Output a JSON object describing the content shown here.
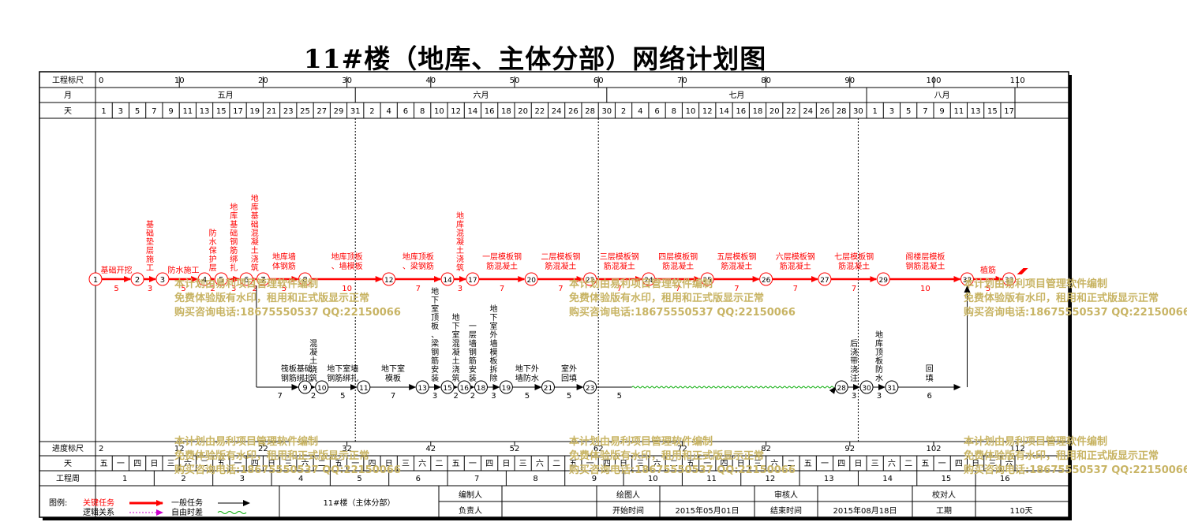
{
  "title": "11#楼（地库、主体分部）网络计划图",
  "header": {
    "scale_label": "工程标尺",
    "month_label": "月",
    "day_label": "天",
    "scale_ticks": [
      "0",
      "10",
      "20",
      "30",
      "40",
      "50",
      "60",
      "70",
      "80",
      "90",
      "100",
      "110"
    ],
    "months": [
      "五月",
      "六月",
      "七月",
      "八月"
    ],
    "day_numbers": [
      "1",
      "3",
      "5",
      "7",
      "9",
      "11",
      "13",
      "15",
      "17",
      "19",
      "21",
      "23",
      "25",
      "27",
      "29",
      "31",
      "2",
      "4",
      "6",
      "8",
      "10",
      "12",
      "14",
      "16",
      "18",
      "20",
      "22",
      "24",
      "26",
      "28",
      "30",
      "2",
      "4",
      "6",
      "8",
      "10",
      "12",
      "14",
      "16",
      "18",
      "20",
      "22",
      "24",
      "26",
      "28",
      "30",
      "1",
      "3",
      "5",
      "7",
      "9",
      "11",
      "13",
      "15",
      "17"
    ]
  },
  "footer": {
    "progress_label": "进度标尺",
    "progress_ticks": [
      "2",
      "12",
      "22",
      "32",
      "42",
      "52",
      "62",
      "72",
      "82",
      "92",
      "102",
      "112"
    ],
    "weekday_label": "天",
    "weekdays": [
      "五",
      "一",
      "四",
      "日",
      "三",
      "六",
      "二",
      "五",
      "一",
      "四",
      "日",
      "三",
      "六",
      "二",
      "五",
      "一",
      "四",
      "日",
      "三",
      "六",
      "二",
      "五",
      "一",
      "四",
      "日",
      "三",
      "六",
      "二",
      "五",
      "一",
      "四",
      "日",
      "三",
      "六",
      "二",
      "五",
      "一",
      "四",
      "日",
      "三",
      "六",
      "二",
      "五",
      "一",
      "四",
      "日",
      "三",
      "六",
      "二",
      "五",
      "一",
      "四",
      "日",
      "三",
      "六"
    ],
    "week_label": "工程周",
    "weeks": [
      "1",
      "2",
      "3",
      "4",
      "5",
      "6",
      "7",
      "8",
      "9",
      "10",
      "11",
      "12",
      "13",
      "14",
      "15",
      "16"
    ]
  },
  "legend": {
    "label": "图例:",
    "critical_task": "关键任务",
    "general_task": "一般任务",
    "logic_relation": "逻辑关系",
    "free_float": "自由时差",
    "project_name": "11#楼（主体分部）",
    "compiler_label": "编制人",
    "responsible_label": "负责人",
    "drawer_label": "绘图人",
    "start_label": "开始时间",
    "start_value": "2015年05月01日",
    "reviewer_label": "审核人",
    "end_label": "结束时间",
    "end_value": "2015年08月18日",
    "checker_label": "校对人",
    "duration_label": "工期",
    "duration_value": "110天"
  },
  "watermark": {
    "line1": "本计划由易利项目管理软件编制",
    "line2": "免费体验版有水印，租用和正式版显示正常",
    "line3": "购买咨询电话:18675550537 QQ:22150066"
  },
  "colors": {
    "critical": "#ff0000",
    "general": "#000000",
    "float": "#00aa00",
    "logic": "#cc00cc",
    "watermark": "#c8b464"
  },
  "chart_data": {
    "type": "network",
    "time_unit": "day",
    "total_duration": 110,
    "critical_path": [
      {
        "from": "1",
        "to": "2",
        "task": "基础开挖",
        "duration": 5
      },
      {
        "from": "2",
        "to": "3",
        "task": "基础垫层施工",
        "duration": 3
      },
      {
        "from": "3",
        "to": "4",
        "task": "防水施工",
        "duration": 5
      },
      {
        "from": "4",
        "to": "5",
        "task": "防水保护层",
        "duration": 2
      },
      {
        "from": "5",
        "to": "6",
        "task": "地库基础钢筋绑扎",
        "duration": 3
      },
      {
        "from": "6",
        "to": "7",
        "task": "地库基础混凝土浇筑",
        "duration": 2
      },
      {
        "from": "7",
        "to": "8",
        "task": "地库墙体钢筋",
        "duration": 5
      },
      {
        "from": "8",
        "to": "12",
        "task": "地库顶板、墙模板",
        "duration": 10
      },
      {
        "from": "12",
        "to": "14",
        "task": "地库顶板、梁钢筋",
        "duration": 7
      },
      {
        "from": "14",
        "to": "17",
        "task": "地库混凝土浇筑",
        "duration": 3
      },
      {
        "from": "17",
        "to": "20",
        "task": "一层模板钢筋混凝土",
        "duration": 7
      },
      {
        "from": "20",
        "to": "22",
        "task": "二层模板钢筋混凝土",
        "duration": 7
      },
      {
        "from": "22",
        "to": "24",
        "task": "三层模板钢筋混凝土",
        "duration": 7
      },
      {
        "from": "24",
        "to": "25",
        "task": "四层模板钢筋混凝土",
        "duration": 7
      },
      {
        "from": "25",
        "to": "26",
        "task": "五层模板钢筋混凝土",
        "duration": 7
      },
      {
        "from": "26",
        "to": "27",
        "task": "六层模板钢筋混凝土",
        "duration": 7
      },
      {
        "from": "27",
        "to": "29",
        "task": "七层模板钢筋混凝土",
        "duration": 7
      },
      {
        "from": "29",
        "to": "32",
        "task": "阁楼层模板钢筋混凝土",
        "duration": 10
      },
      {
        "from": "32",
        "to": "33",
        "task": "植筋",
        "duration": 5
      }
    ],
    "general_path": [
      {
        "from": "6",
        "to": "9",
        "task": "筏板基础钢筋绑扎",
        "duration": 7
      },
      {
        "from": "9",
        "to": "10",
        "task": "混凝土浇筑",
        "duration": 2
      },
      {
        "from": "10",
        "to": "11",
        "task": "地下室墙钢筋绑扎",
        "duration": 5
      },
      {
        "from": "11",
        "to": "13",
        "task": "地下室模板",
        "duration": 7
      },
      {
        "from": "13",
        "to": "15",
        "task": "地下室顶板、梁钢筋安装",
        "duration": 3
      },
      {
        "from": "15",
        "to": "16",
        "task": "地下室混凝土浇筑",
        "duration": 2
      },
      {
        "from": "16",
        "to": "18",
        "task": "一层墙钢筋安装",
        "duration": 2
      },
      {
        "from": "18",
        "to": "19",
        "task": "地下室外墙模板拆除",
        "duration": 3
      },
      {
        "from": "19",
        "to": "21",
        "task": "地下外墙防水",
        "duration": 5
      },
      {
        "from": "21",
        "to": "23",
        "task": "室外回填",
        "duration": 5
      },
      {
        "from": "23",
        "to": "28",
        "task": "",
        "duration": 5
      },
      {
        "from": "28",
        "to": "30",
        "task": "后浇带浇注",
        "duration": 3
      },
      {
        "from": "30",
        "to": "31",
        "task": "地库顶板防水",
        "duration": 3
      },
      {
        "from": "31",
        "to": "32",
        "task": "回填",
        "duration": 6
      }
    ]
  }
}
